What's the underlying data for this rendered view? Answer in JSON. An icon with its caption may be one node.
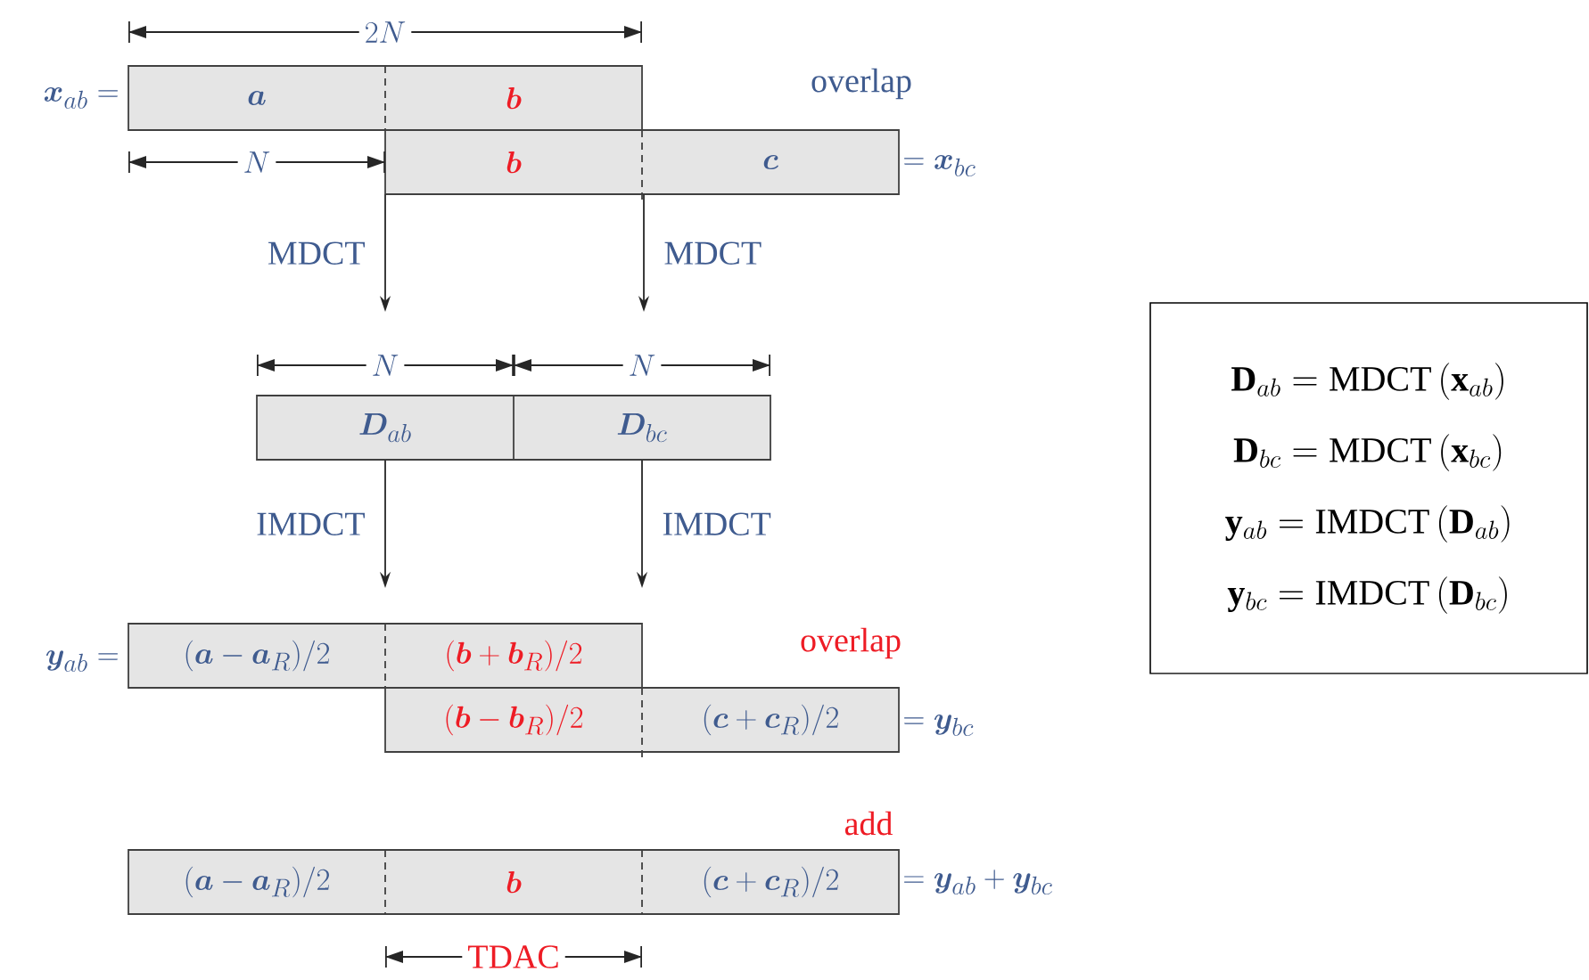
{
  "diagram": {
    "nodes": [
      {
        "text": [
          "\\bm{a}"
        ]
      },
      {
        "text": [
          "\\bm{b}"
        ]
      },
      {
        "text": [
          "\\bm{b}"
        ]
      },
      {
        "text": [
          "\\bm{c}"
        ]
      },
      {
        "text": [
          "\\bm{D}_{ab}"
        ]
      },
      {
        "text": [
          "\\bm{D}_{bc}"
        ]
      },
      {
        "text": [
          "(\\bm{a}-\\bm{a}_R)/2"
        ]
      },
      {
        "text": [
          "(\\bm{b}+\\bm{b}_R)/2"
        ]
      },
      {
        "text": [
          "(\\bm{b}-\\bm{b}_R)/2"
        ]
      },
      {
        "text": [
          "(\\bm{c}+\\bm{c}_R)/2"
        ]
      },
      {
        "text": [
          "(\\bm{a}-\\bm{a}_R)/2"
        ]
      },
      {
        "text": [
          "\\bm{b}"
        ]
      },
      {
        "text": [
          "(\\bm{c}+\\bm{c}_R)/2"
        ]
      },
      {
        "text": [
          "\\mathbf{D}_{ab} = \\mathrm{MDCT}\\,(\\mathbf{x}_{ab})",
          "\\mathbf{D}_{bc} = \\mathrm{MDCT}\\,(\\mathbf{x}_{bc})",
          "\\mathbf{y}_{ab} = \\mathrm{IMDCT}\\,(\\mathbf{D}_{ab})",
          "\\mathbf{y}_{bc} = \\mathrm{IMDCT}\\,(\\mathbf{D}_{bc})"
        ]
      }
    ],
    "edges": [
      {
        "from": 2,
        "to": null,
        "arrow": "to",
        "label": "MDCT"
      },
      {
        "from": 3,
        "to": null,
        "arrow": "to",
        "label": "MDCT"
      },
      {
        "from": 4,
        "to": null,
        "arrow": "to",
        "label": "IMDCT"
      },
      {
        "from": 5,
        "to": null,
        "arrow": "to",
        "label": "IMDCT"
      }
    ],
    "labels": [
      "2N",
      "\\bm{x}_{ab}=",
      "overlap",
      "N",
      "=\\bm{x}_{bc}",
      "N",
      "N",
      "\\bm{y}_{ab}=",
      "overlap",
      "=\\bm{y}_{bc}",
      "add",
      "=\\bm{y}_{ab}+\\bm{y}_{bc}",
      "TDAC"
    ]
  }
}
